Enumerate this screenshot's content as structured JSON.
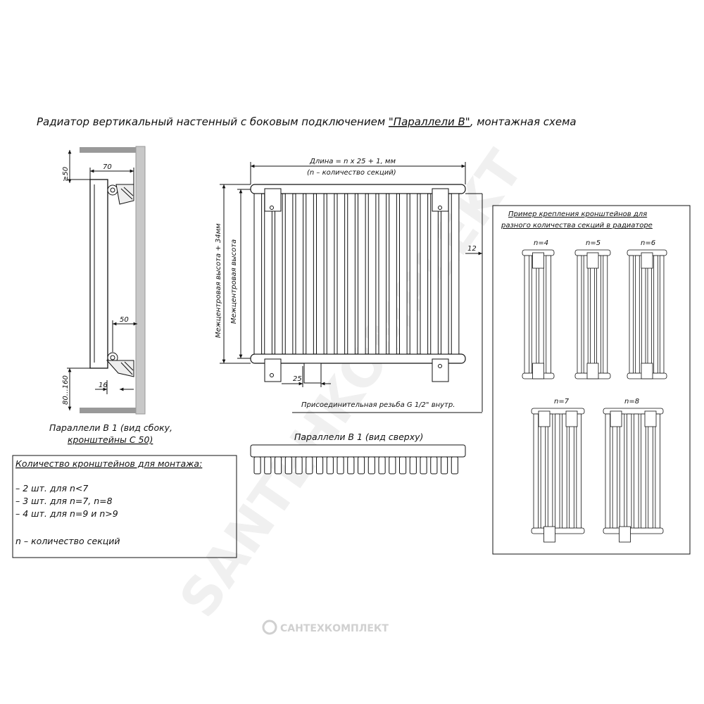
{
  "title": "Радиатор вертикальный настенный с боковым подключением ",
  "title_model": "\"Параллели В\"",
  "title_tail": ", монтажная схема",
  "side_view": {
    "dim_top_gap": "≥50",
    "dim_width": "70",
    "dim_bracket": "50",
    "dim_offset": "16",
    "dim_bottom_gap": "80…160",
    "caption_line1": "Параллели В 1 (вид сбоку,",
    "caption_line2": "кронштейны С 50)"
  },
  "front_view": {
    "length_label": "Длина = n x 25 + 1, мм",
    "length_note": "(n – количество секций)",
    "height_total_label": "Межцентровая высота + 34мм",
    "height_center_label": "Межцентровая высота",
    "dim_side": "12",
    "dim_pitch": "25",
    "thread_label": "Присоединительная резьба G 1/2\" внутр.",
    "sections": 20
  },
  "top_view": {
    "caption": "Параллели В 1 (вид сверху)",
    "sections": 20
  },
  "bracket_count": {
    "heading": "Количество кронштейнов для монтажа:",
    "items": [
      "– 2 шт. для n<7",
      "– 3 шт. для n=7, n=8",
      "– 4 шт. для n=9 и n>9"
    ],
    "note": "n – количество секций"
  },
  "examples": {
    "heading_line1": "Пример  крепления кронштейнов для",
    "heading_line2": "разного количества секций в радиаторе",
    "labels": [
      "n=4",
      "n=5",
      "n=6",
      "n=7",
      "n=8"
    ]
  },
  "watermark": {
    "big": "SANTEHKOMPLEKT",
    "footer": "САНТЕХКОМПЛЕКТ"
  },
  "colors": {
    "line": "#111111",
    "wall": "#c8c8c8",
    "watermark": "#d9d9d9"
  }
}
